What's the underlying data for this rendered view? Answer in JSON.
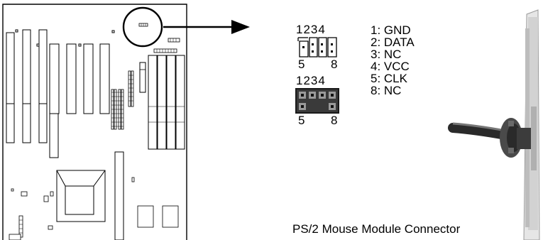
{
  "pin_header": {
    "top_numbers": "1234",
    "bottom_left": "5",
    "bottom_right": "8"
  },
  "pin_assignments": [
    "1: GND",
    "2: DATA",
    "3: NC",
    "4: VCC",
    "5: CLK",
    "8: NC"
  ],
  "caption": "PS/2 Mouse Module Connector"
}
